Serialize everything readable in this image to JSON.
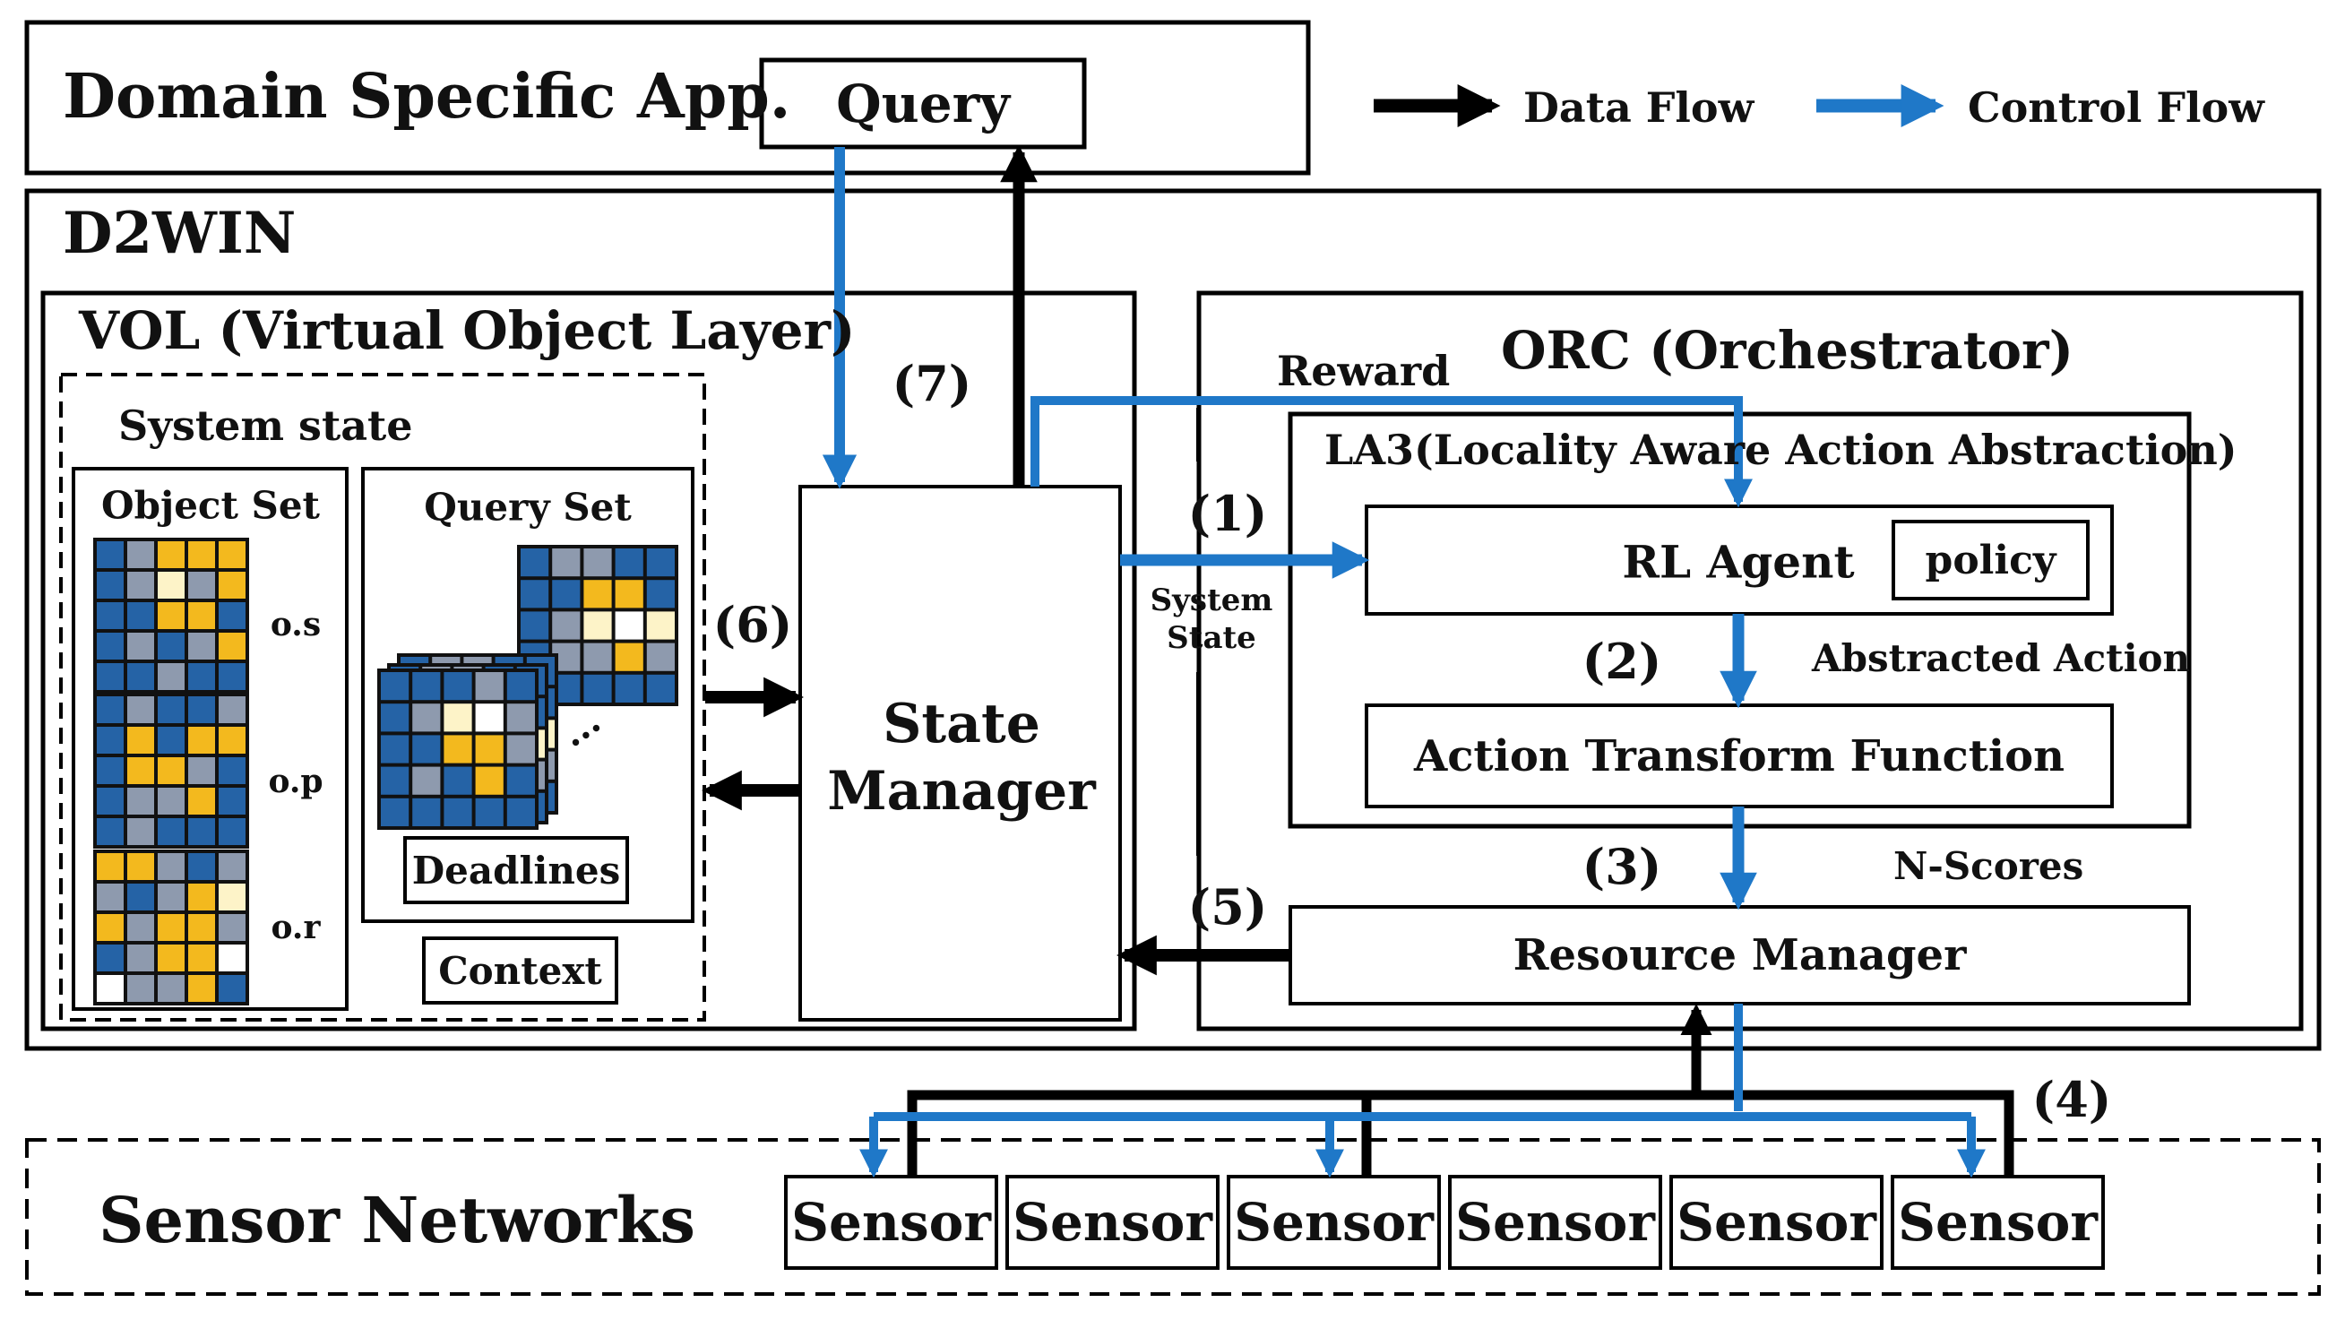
{
  "app": {
    "title": "Domain Specific App.",
    "query_label": "Query"
  },
  "legend": {
    "data_flow": "Data Flow",
    "control_flow": "Control Flow"
  },
  "d2win": {
    "title": "D2WIN"
  },
  "vol": {
    "title": "VOL (Virtual Object Layer)",
    "system_state": "System state",
    "object_set": "Object Set",
    "query_set": "Query Set",
    "row_labels": [
      "o.s",
      "o.p",
      "o.r"
    ],
    "deadlines": "Deadlines",
    "context": "Context",
    "ellipsis": "..."
  },
  "state_manager": {
    "line1": "State",
    "line2": "Manager"
  },
  "orc": {
    "title": "ORC (Orchestrator)",
    "reward": "Reward",
    "la3_title": "LA3(Locality Aware Action Abstraction)",
    "rl_agent": "RL Agent",
    "policy": "policy",
    "abstracted_action": "Abstracted Action",
    "action_transform": "Action Transform Function",
    "n_scores": "N-Scores",
    "resource_manager": "Resource Manager",
    "system_state_line1": "System",
    "system_state_line2": "State"
  },
  "steps": [
    "(1)",
    "(2)",
    "(3)",
    "(4)",
    "(5)",
    "(6)",
    "(7)"
  ],
  "sensor_networks": {
    "title": "Sensor Networks",
    "sensors": [
      "Sensor",
      "Sensor",
      "Sensor",
      "Sensor",
      "Sensor",
      "Sensor"
    ]
  },
  "colors": {
    "blue": "#1f78c8",
    "black": "#000000",
    "gold": "#f3b91e",
    "grid_blue": "#2563a6",
    "grid_gray": "#8e9aae",
    "cream": "#fdf3c8"
  }
}
